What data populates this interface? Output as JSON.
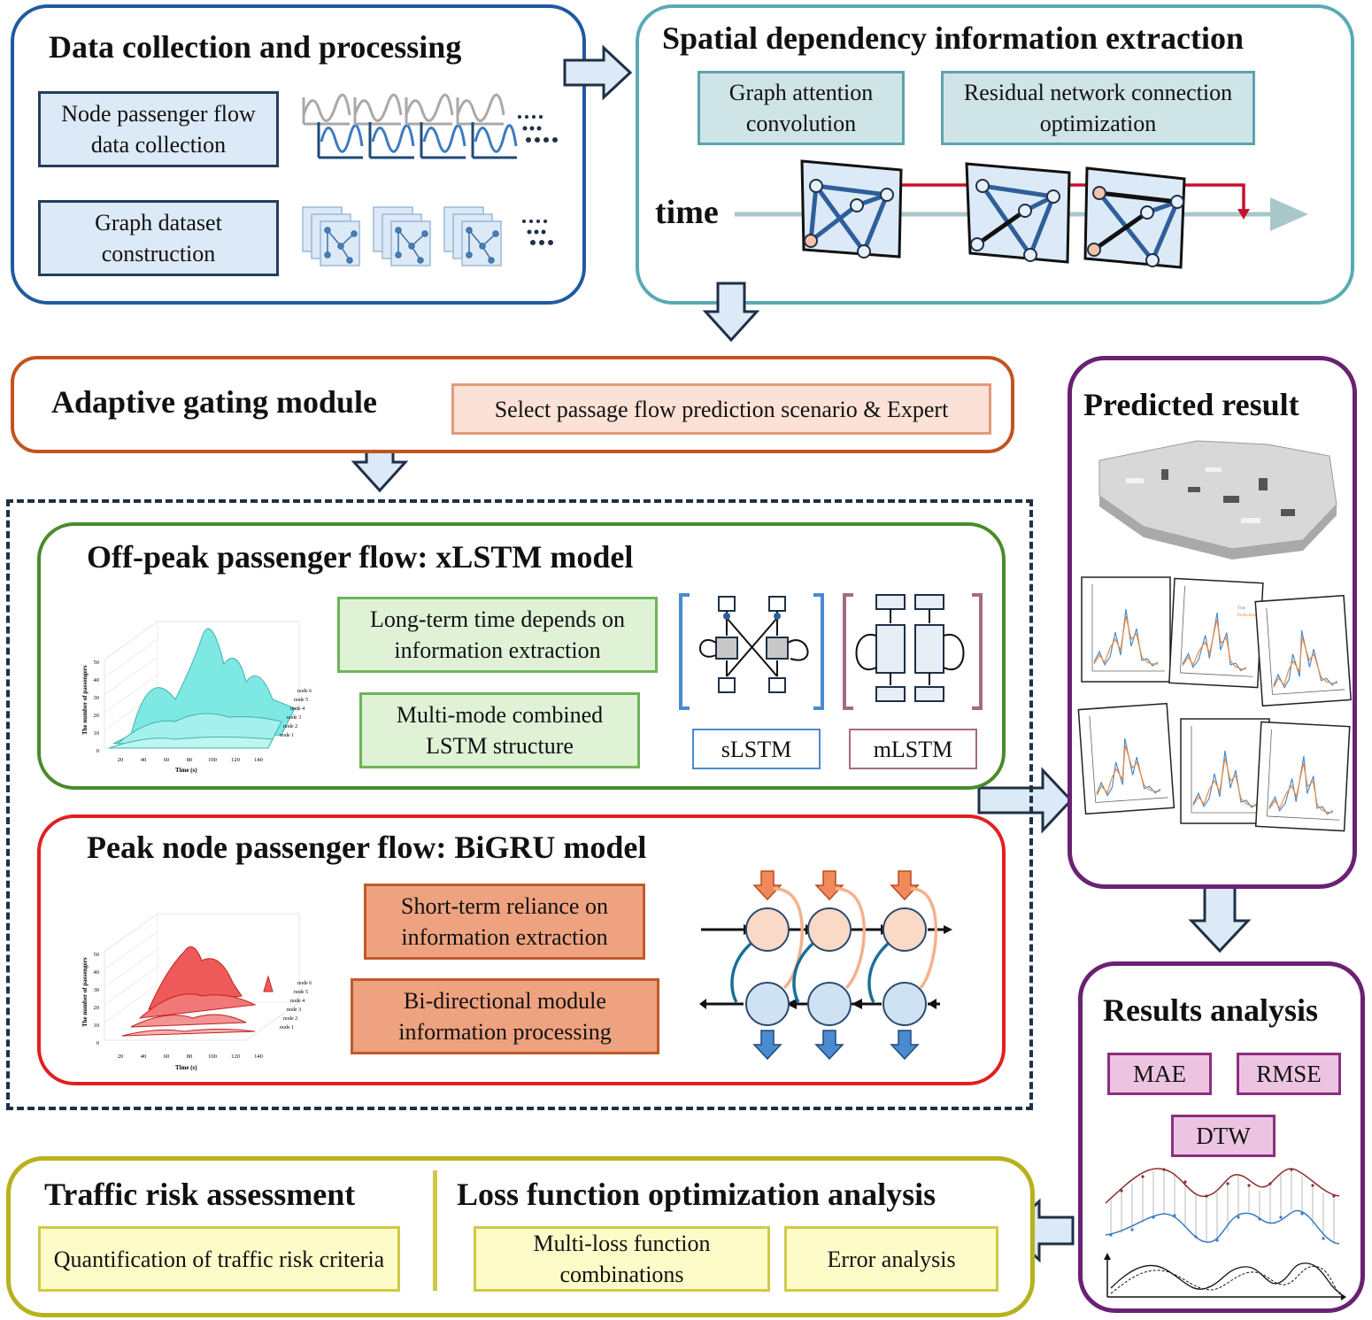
{
  "colors": {
    "panel_blue": "#1f5aa0",
    "panel_teal": "#5aaab5",
    "panel_orange": "#c2531f",
    "panel_purple": "#6b2173",
    "panel_green": "#4a8a2a",
    "panel_red": "#e02020",
    "panel_olive": "#b7b21c",
    "arrow_fill": "#dce9f6",
    "dashed": "#1f3047"
  },
  "data_collection": {
    "title": "Data collection and processing",
    "node_flow": "Node passenger flow data collection",
    "graph_dataset": "Graph dataset construction"
  },
  "spatial": {
    "title": "Spatial dependency information extraction",
    "gat": "Graph attention convolution",
    "residual": "Residual network connection optimization",
    "time_label": "time"
  },
  "gating": {
    "title": "Adaptive gating module",
    "select": "Select passage flow prediction scenario & Expert"
  },
  "offpeak": {
    "title": "Off-peak passenger flow: xLSTM model",
    "long_term": "Long-term time depends on information extraction",
    "multimode": "Multi-mode combined LSTM structure",
    "slstm": "sLSTM",
    "mlstm": "mLSTM",
    "chart": {
      "ylabel": "The number of passengers",
      "xlabel": "Time (s)",
      "y_ticks": [
        "50",
        "40",
        "30",
        "20",
        "10",
        "0"
      ],
      "x_ticks": [
        "20",
        "40",
        "60",
        "80",
        "100",
        "120",
        "140"
      ],
      "nodes": [
        "node 1",
        "node 2",
        "node 3",
        "node 4",
        "node 5",
        "node 6"
      ]
    }
  },
  "peak": {
    "title": "Peak node passenger flow: BiGRU model",
    "short_term": "Short-term reliance on information extraction",
    "bidirectional": "Bi-directional module information processing",
    "chart": {
      "ylabel": "The number of passengers",
      "xlabel": "Time (s)",
      "y_ticks": [
        "50",
        "40",
        "30",
        "20",
        "10",
        "0"
      ],
      "x_ticks": [
        "20",
        "40",
        "60",
        "80",
        "100",
        "120",
        "140"
      ],
      "nodes": [
        "node 1",
        "node 2",
        "node 3",
        "node 4",
        "node 5",
        "node 6"
      ]
    }
  },
  "predicted": {
    "title": "Predicted result",
    "legend_true": "True",
    "legend_pred": "Prediction"
  },
  "analysis": {
    "title": "Results analysis",
    "mae": "MAE",
    "rmse": "RMSE",
    "dtw": "DTW"
  },
  "bottom": {
    "risk_title": "Traffic risk assessment",
    "risk_item": "Quantification of traffic risk criteria",
    "loss_title": "Loss function optimization analysis",
    "multi_loss": "Multi-loss function combinations",
    "error": "Error analysis"
  }
}
